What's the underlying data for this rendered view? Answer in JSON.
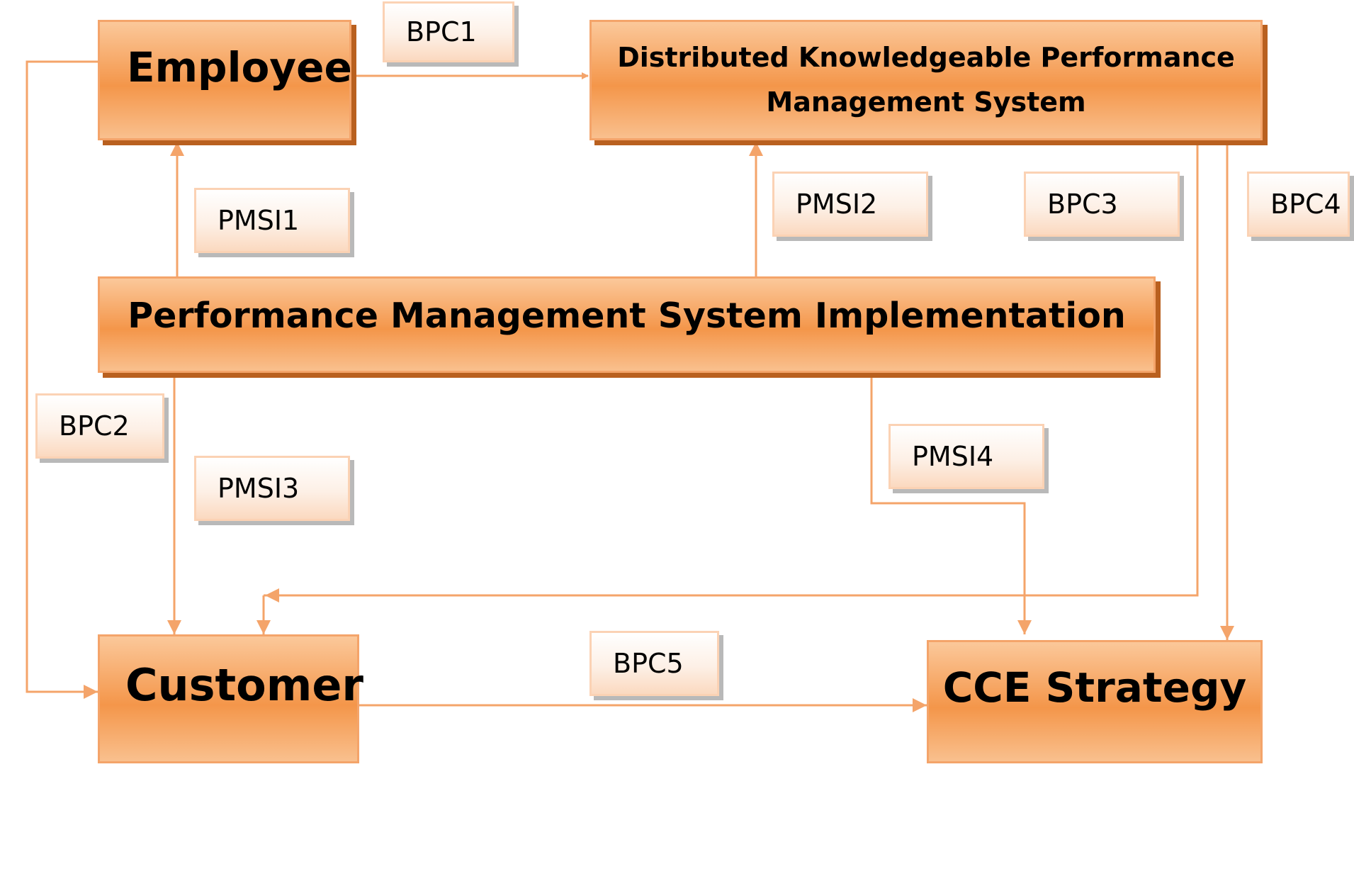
{
  "diagram": {
    "nodes": {
      "employee": "Employee",
      "dkpms_line1": "Distributed Knowledgeable Performance",
      "dkpms_line2": "Management System",
      "pmsi": "Performance Management System Implementation",
      "customer": "Customer",
      "cce": "CCE Strategy"
    },
    "labels": {
      "bpc1": "BPC1",
      "bpc2": "BPC2",
      "bpc3": "BPC3",
      "bpc4": "BPC4",
      "bpc5": "BPC5",
      "pmsi1": "PMSI1",
      "pmsi2": "PMSI2",
      "pmsi3": "PMSI3",
      "pmsi4": "PMSI4"
    },
    "colors": {
      "box_fill": "#f4964a",
      "arrow": "#f4a46a",
      "box_shadow": "#b9601f"
    }
  }
}
